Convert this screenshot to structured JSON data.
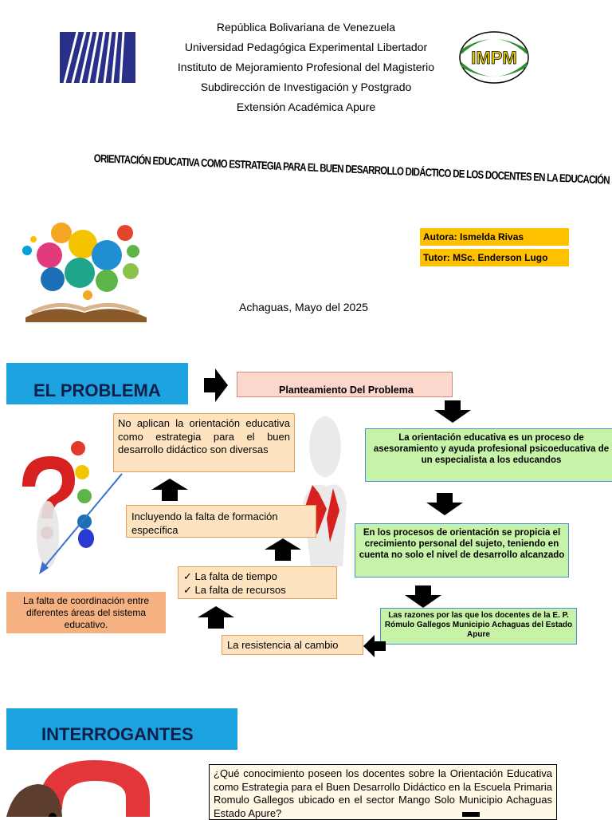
{
  "header": {
    "lines": [
      "República Bolivariana de Venezuela",
      "Universidad Pedagógica Experimental Libertador",
      "Instituto de Mejoramiento Profesional del Magisterio",
      "Subdirección de Investigación y Postgrado",
      "Extensión Académica Apure"
    ],
    "logo_right_text": "IMPM"
  },
  "title": "ORIENTACIÓN EDUCATIVA COMO ESTRATEGIA PARA EL BUEN DESARROLLO DIDÁCTICO DE LOS DOCENTES EN LA EDUCACIÓN PRIMARIA",
  "author": "Autora: Ismelda Rivas",
  "tutor": "Tutor: MSc. Enderson Lugo",
  "place_date": "Achaguas, Mayo del 2025",
  "problem_section": {
    "heading": "EL PROBLEMA",
    "planteamiento": "Planteamiento Del Problema",
    "green1": "La orientación educativa es un proceso de asesoramiento y ayuda profesional psicoeducativa de un especialista a los educandos",
    "green2": "En los procesos de orientación se propicia el crecimiento personal del sujeto, teniendo en cuenta no solo el nivel de desarrollo alcanzado",
    "green3": "Las razones por las que los docentes de la E. P. Rómulo Gallegos Municipio Achaguas del Estado Apure",
    "resistencia": "La resistencia al cambio",
    "checklist": [
      "La falta de tiempo",
      "La falta de recursos"
    ],
    "falta_formacion": "Incluyendo la falta de formación específica",
    "no_aplican": "No aplican la orientación educativa como estrategia para el buen desarrollo didáctico son diversas",
    "coordinacion": "La falta de coordinación entre diferentes áreas del sistema educativo."
  },
  "interrogantes_section": {
    "heading": "INTERROGANTES",
    "question1": "¿Qué conocimiento poseen los docentes sobre la Orientación Educativa como Estrategia para el Buen Desarrollo Didáctico en la Escuela Primaria Romulo Gallegos ubicado en el sector Mango Solo Municipio Achaguas Estado Apure?"
  },
  "colors": {
    "heading_blue": "#1ca3e0",
    "author_yellow": "#ffc000",
    "green_box": "#c7f3a8",
    "beige_box": "#fde3c0",
    "salmon_box": "#f6b183"
  }
}
